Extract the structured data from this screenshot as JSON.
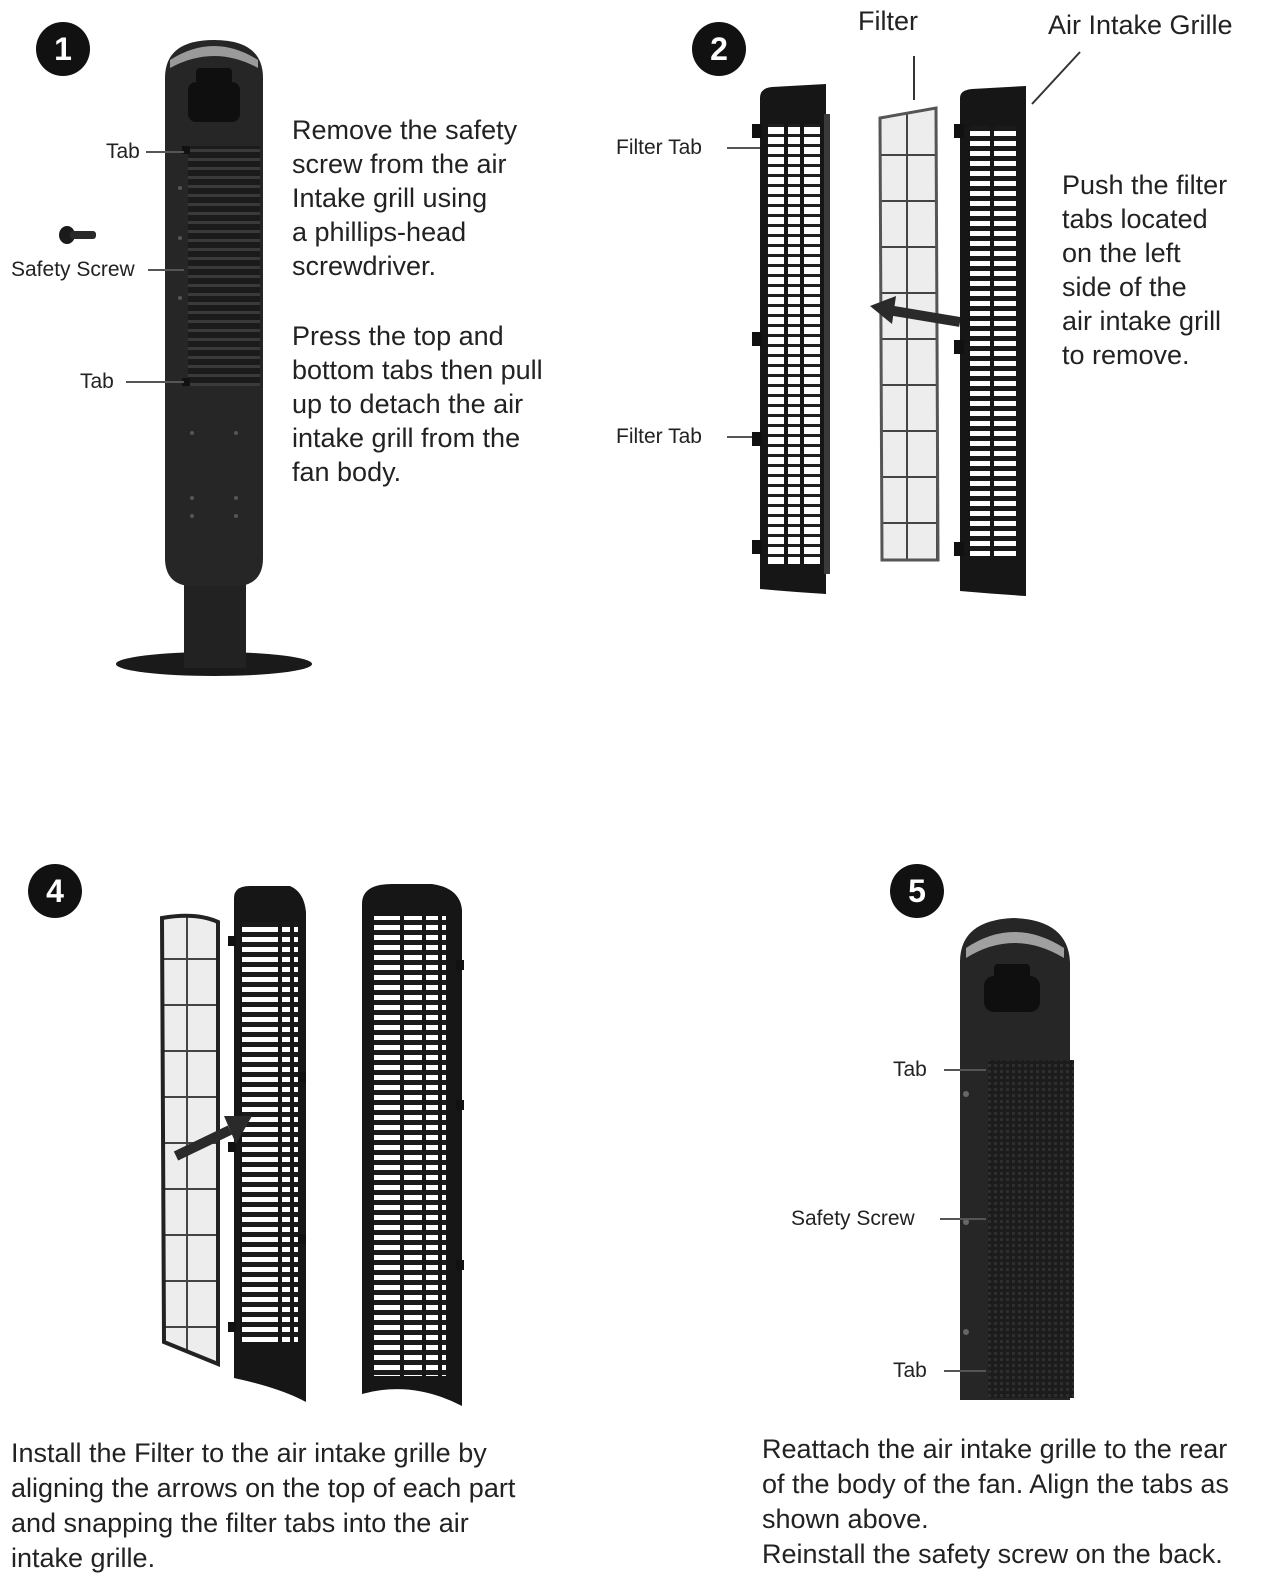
{
  "step1": {
    "number": "1",
    "labels": {
      "tab_top": "Tab",
      "safety_screw": "Safety Screw",
      "tab_bottom": "Tab"
    },
    "text_a": [
      "Remove the safety",
      "screw from the air",
      "Intake grill using",
      "a phillips-head",
      "screwdriver."
    ],
    "text_b": [
      "Press the top and",
      "bottom tabs then pull",
      "up to detach the air",
      "intake grill from the",
      "fan body."
    ]
  },
  "step2": {
    "number": "2",
    "labels": {
      "filter": "Filter",
      "air_intake_grille": "Air Intake Grille",
      "filter_tab_top": "Filter Tab",
      "filter_tab_bottom": "Filter Tab"
    },
    "text": [
      "Push the filter",
      "tabs  located",
      "on the left",
      "side of the",
      "air intake grill",
      "to remove."
    ]
  },
  "step4": {
    "number": "4",
    "text": [
      "Install the Filter to the air intake grille by",
      "aligning the arrows on the top of each part",
      "and snapping the filter tabs into the air",
      "intake grille."
    ]
  },
  "step5": {
    "number": "5",
    "labels": {
      "tab_top": "Tab",
      "safety_screw": "Safety Screw",
      "tab_bottom": "Tab"
    },
    "text": [
      "Reattach the air intake grille to the rear",
      "of the body of the fan. Align the tabs as",
      "shown above.",
      "Reinstall the safety screw on the back."
    ]
  }
}
